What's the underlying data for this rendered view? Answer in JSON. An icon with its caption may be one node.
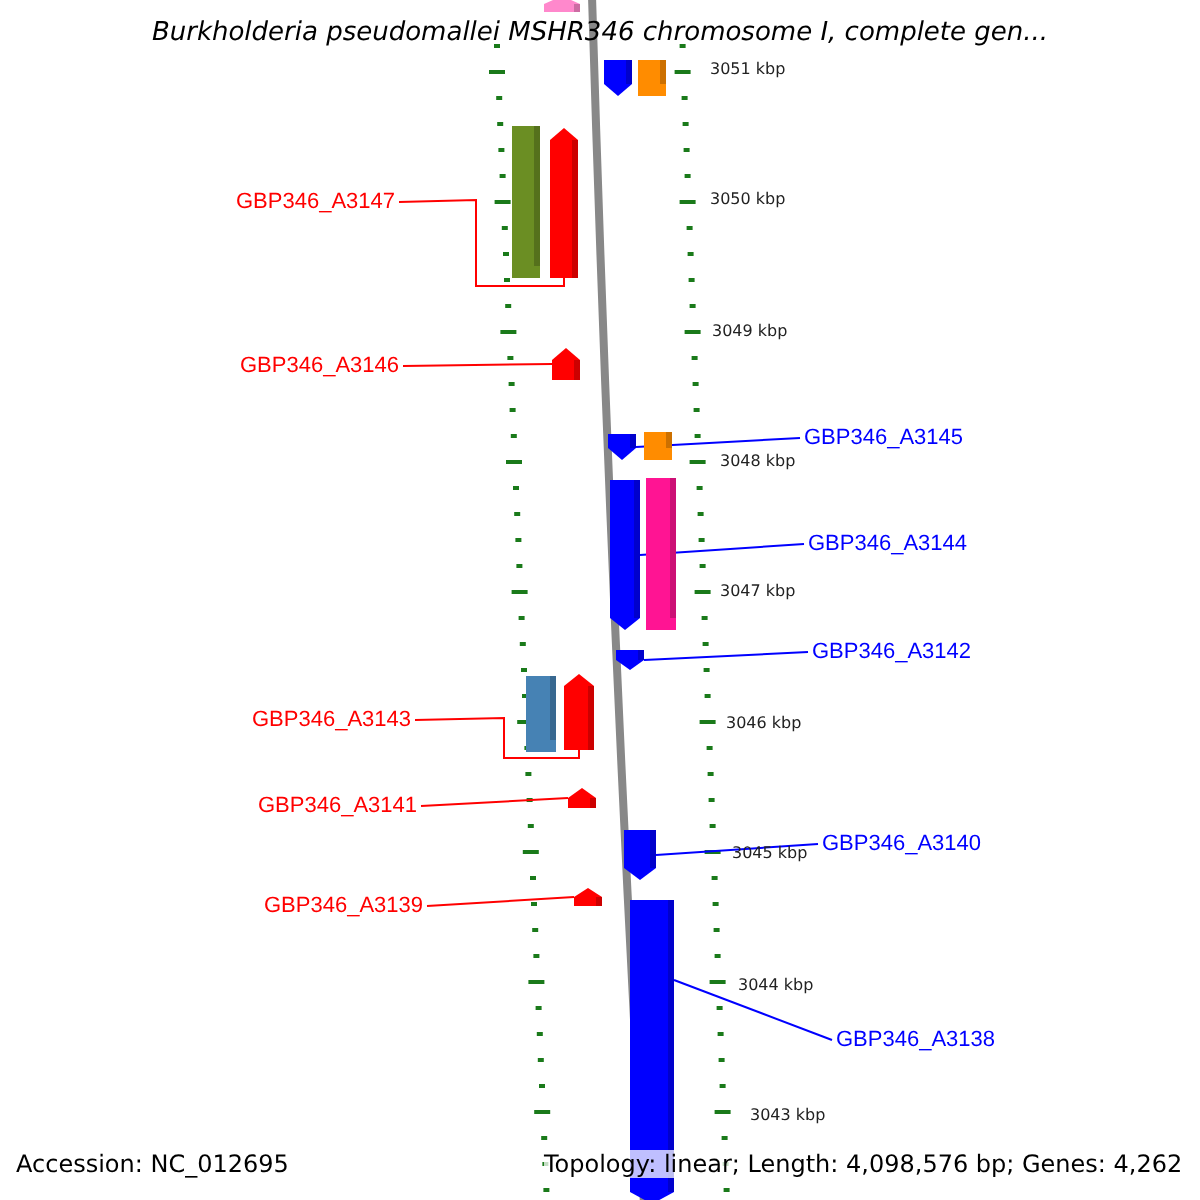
{
  "diagram": {
    "title": "Burkholderia pseudomallei MSHR346 chromosome I, complete gen...",
    "nodes": [
      {
        "text": [
          "GBP346_A3147"
        ]
      },
      {
        "text": [],
        "shape": "arrow"
      },
      {
        "text": [
          "GBP346_A3146"
        ]
      },
      {
        "text": [],
        "shape": "arrow"
      },
      {
        "text": [
          "GBP346_A3145"
        ]
      },
      {
        "text": [],
        "shape": "arrow"
      },
      {
        "text": [
          "GBP346_A3144"
        ]
      },
      {
        "text": [],
        "shape": "arrow"
      },
      {
        "text": [
          "GBP346_A3142"
        ]
      },
      {
        "text": [],
        "shape": "arrow"
      },
      {
        "text": [
          "GBP346_A3143"
        ]
      },
      {
        "text": [],
        "shape": "arrow"
      },
      {
        "text": [
          "GBP346_A3141"
        ]
      },
      {
        "text": [],
        "shape": "arrow"
      },
      {
        "text": [
          "GBP346_A3140"
        ]
      },
      {
        "text": [],
        "shape": "arrow"
      },
      {
        "text": [
          "GBP346_A3139"
        ]
      },
      {
        "text": [],
        "shape": "arrow"
      },
      {
        "text": [
          "GBP346_A3138"
        ]
      },
      {
        "text": [],
        "shape": "arrow"
      },
      {
        "text": [],
        "shape": "arrow"
      },
      {
        "text": [],
        "shape": "arrow"
      },
      {
        "text": [],
        "shape": "box"
      },
      {
        "text": [],
        "shape": "box"
      },
      {
        "text": [],
        "shape": "box"
      },
      {
        "text": [],
        "shape": "box"
      },
      {
        "text": [],
        "shape": "box"
      }
    ],
    "edges": [
      {
        "from": 0,
        "to": 1,
        "arrow": "none",
        "color": "#ff0000"
      },
      {
        "from": 2,
        "to": 3,
        "arrow": "none",
        "color": "#ff0000"
      },
      {
        "from": 4,
        "to": 5,
        "arrow": "none",
        "color": "#0000ff"
      },
      {
        "from": 6,
        "to": 7,
        "arrow": "none",
        "color": "#0000ff"
      },
      {
        "from": 8,
        "to": 9,
        "arrow": "none",
        "color": "#0000ff"
      },
      {
        "from": 10,
        "to": 11,
        "arrow": "none",
        "color": "#ff0000"
      },
      {
        "from": 12,
        "to": 13,
        "arrow": "none",
        "color": "#ff0000"
      },
      {
        "from": 14,
        "to": 15,
        "arrow": "none",
        "color": "#0000ff"
      },
      {
        "from": 16,
        "to": 17,
        "arrow": "none",
        "color": "#ff0000"
      },
      {
        "from": 18,
        "to": 19,
        "arrow": "none",
        "color": "#0000ff"
      }
    ],
    "labels": [
      "3051 kbp",
      "3050 kbp",
      "3049 kbp",
      "3048 kbp",
      "3047 kbp",
      "3046 kbp",
      "3045 kbp",
      "3044 kbp",
      "3043 kbp",
      "Accession: NC_012695",
      "Topology: linear; Length: 4,098,576 bp; Genes: 4,262"
    ]
  }
}
